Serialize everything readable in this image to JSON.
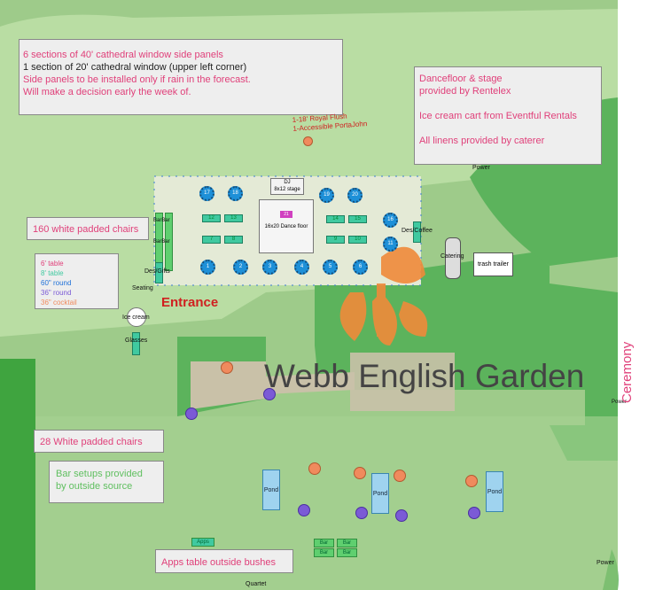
{
  "colors": {
    "grass": "#9ecb8a",
    "lawn": "#bfe0a8",
    "path": "#c9c1a8",
    "tent": "#e4ead6",
    "round": "#1e90d8",
    "pink": "#e0407a",
    "ceremony": "#e0407a"
  },
  "notes": {
    "panels": {
      "line1": "6 sections of 40' cathedral window side panels",
      "line2": "1 section of 20' cathedral window (upper left corner)",
      "line3": "Side panels to be installed only if rain in the forecast.",
      "line4": "Will make a decision early the week of."
    },
    "rentelex": {
      "line1": "Dancefloor & stage",
      "line2": "provided by Rentelex",
      "line3": "Ice cream cart from Eventful Rentals",
      "line4": "All linens provided by caterer"
    },
    "chairs160": "160 white padded chairs",
    "chairs28": "28 White padded chairs",
    "bar_setups": {
      "line1": "Bar setups provided",
      "line2": "by outside source"
    },
    "apps_table": "Apps table outside bushes"
  },
  "legend": {
    "items": [
      {
        "label": "6' table",
        "color": "#e0407a"
      },
      {
        "label": "8' table",
        "color": "#40c9a0"
      },
      {
        "label": "60\" round",
        "color": "#1e70d8"
      },
      {
        "label": "36\" round",
        "color": "#7b5ad6"
      },
      {
        "label": "36\" cocktail",
        "color": "#f08a5d"
      }
    ]
  },
  "labels": {
    "portajohn1": "1-18' Royal Flush",
    "portajohn2": "1-Accessible PortaJohn",
    "entrance": "Entrance",
    "ceremony": "Ceremony",
    "garden": "Webb English Garden",
    "dance_floor": "16x20 Dance floor",
    "dj": "DJ",
    "stage": "8x12 stage",
    "dj_num": "21",
    "des_coffee": "Des/Coffee",
    "des_gifts": "Des/Gifts",
    "seating": "Seating",
    "ice_cream": "Ice cream",
    "glasses": "Glasses",
    "catering": "Catering",
    "trash": "trash trailer",
    "power1": "Power",
    "power2": "Power",
    "power3": "Power",
    "apps": "Apps",
    "quartet": "Quartet",
    "pond": "Pond",
    "bar": "Bar"
  },
  "round_tables": [
    "17",
    "18",
    "19",
    "20",
    "16",
    "11",
    "1",
    "2",
    "3",
    "4",
    "5",
    "6"
  ],
  "eight_ft_tables": [
    "12",
    "13",
    "14",
    "15",
    "7",
    "8",
    "9",
    "10"
  ]
}
